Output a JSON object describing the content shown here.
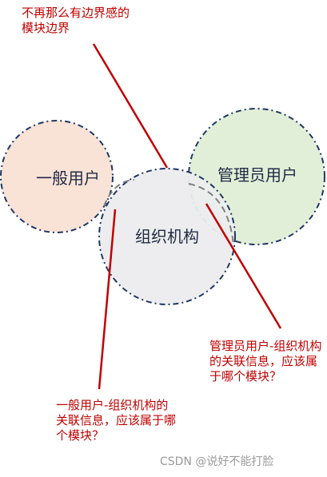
{
  "circles": {
    "general_user": {
      "label": "一般用户",
      "fill": "#f9e2d6"
    },
    "admin_user": {
      "label": "管理员用户",
      "fill": "#e2efd8"
    },
    "organization": {
      "label": "组织机构",
      "fill": "#ececee"
    },
    "border_color": "#1f3864"
  },
  "annotations": {
    "top": "不再那么有边界感的模块边界",
    "right": "管理员用户-组织机构的关联信息，应该属于哪个模块？",
    "left": "一般用户-组织机构的关联信息，应该属于哪个模块？",
    "color": "#c00000"
  },
  "watermark": "CSDN @说好不能打脸"
}
